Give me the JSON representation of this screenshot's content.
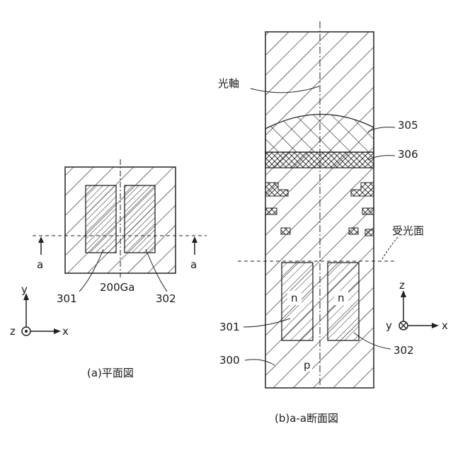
{
  "plan_view": {
    "caption": "(a)平面図",
    "center_label": "200Ga",
    "left_pixel_label": "301",
    "right_pixel_label": "302",
    "section_mark_left": "a",
    "section_mark_right": "a",
    "axes": {
      "y": "y",
      "z": "z",
      "x": "x"
    }
  },
  "section_view": {
    "caption": "(b)a-a断面図",
    "optical_axis_label": "光軸",
    "lens_label": "305",
    "filter_label": "306",
    "light_receiving_surface_label": "受光面",
    "left_pixel_label": "301",
    "right_pixel_label": "302",
    "substrate_label": "300",
    "n_region_left": "n",
    "n_region_right": "n",
    "p_region": "p",
    "axes": {
      "z": "z",
      "y": "y",
      "x": "x"
    }
  }
}
